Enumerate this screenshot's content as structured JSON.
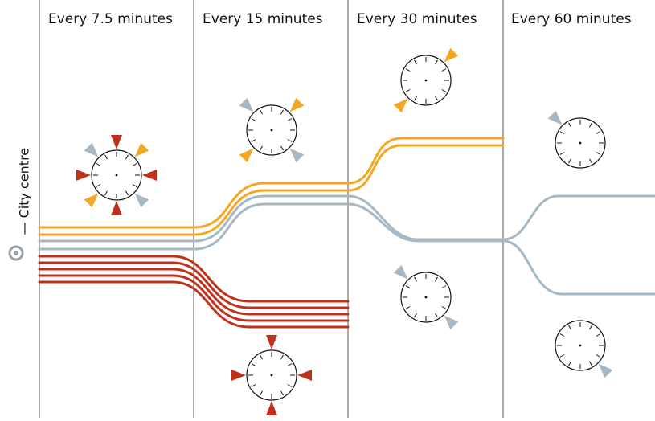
{
  "columns": [
    {
      "label": "Every 7.5 minutes"
    },
    {
      "label": "Every 15 minutes"
    },
    {
      "label": "Every 30 minutes"
    },
    {
      "label": "Every 60 minutes"
    }
  ],
  "city_centre": {
    "label": "— City centre"
  },
  "colors": {
    "orange": "#f5a623",
    "blue": "#a7b8c5",
    "red": "#c0311c",
    "divider": "#555555",
    "clock_stroke": "#111111"
  },
  "legend_icons": [
    "clock-face-icon",
    "departure-marker-icon",
    "city-centre-target-icon"
  ]
}
